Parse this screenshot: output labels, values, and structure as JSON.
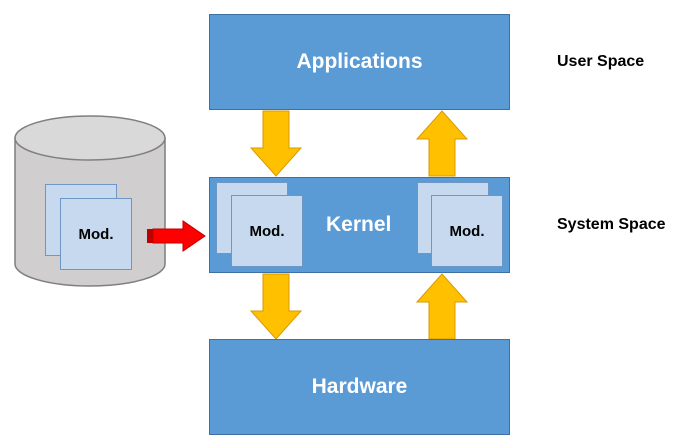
{
  "layers": {
    "applications": "Applications",
    "kernel": "Kernel",
    "hardware": "Hardware"
  },
  "modules": {
    "disk_module": "Mod.",
    "kernel_module_left": "Mod.",
    "kernel_module_right": "Mod."
  },
  "spaces": {
    "user": "User Space",
    "system": "System Space"
  },
  "colors": {
    "layer_fill": "#5b9bd5",
    "module_fill": "#c6d9ee",
    "arrow_fill": "#ffc000",
    "load_arrow": "#ff0000",
    "storage_fill": "#d0cece"
  }
}
